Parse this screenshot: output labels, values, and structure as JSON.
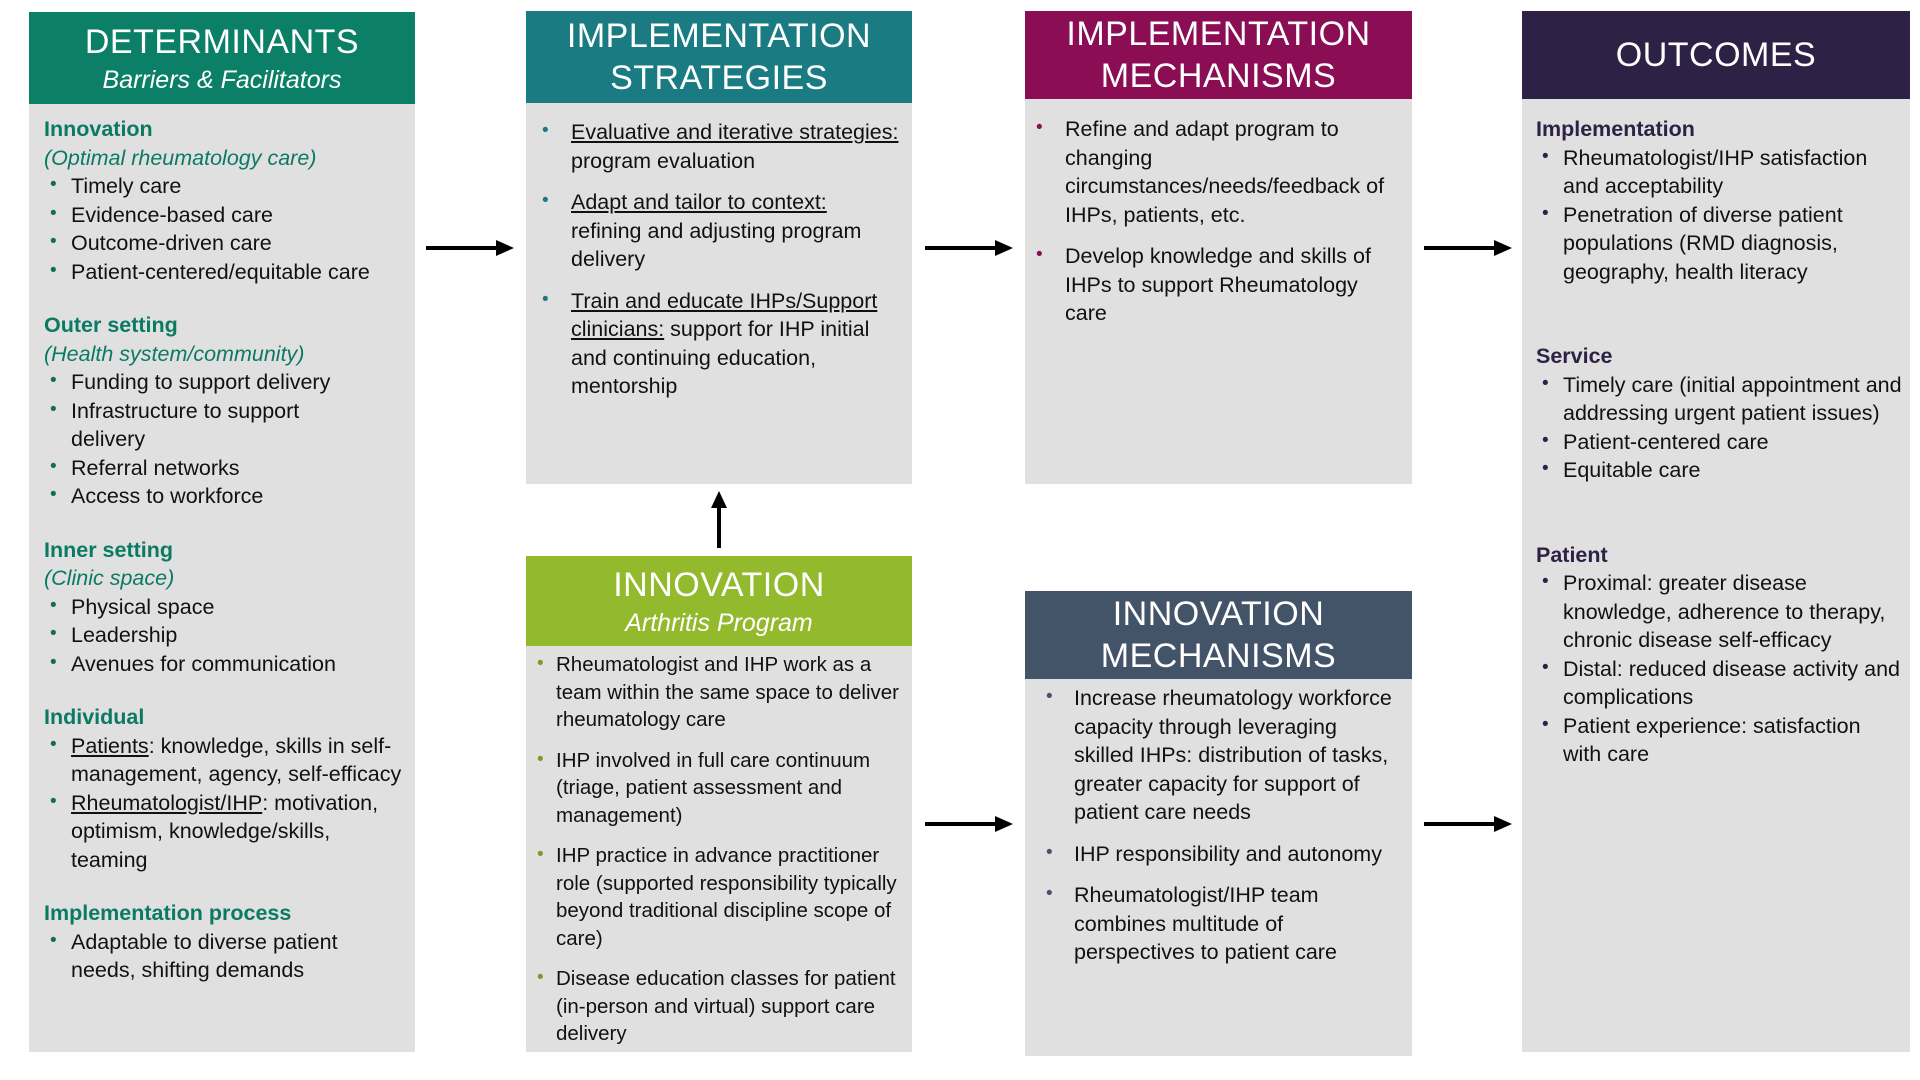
{
  "determinants": {
    "title": "DETERMINANTS",
    "subtitle": "Barriers & Facilitators",
    "sections": [
      {
        "title": "Innovation",
        "subtitle": "(Optimal rheumatology care)",
        "items": [
          {
            "label": "",
            "text": "Timely care"
          },
          {
            "label": "",
            "text": "Evidence-based care"
          },
          {
            "label": "",
            "text": "Outcome-driven care"
          },
          {
            "label": "",
            "text": "Patient-centered/equitable care"
          }
        ]
      },
      {
        "title": "Outer setting",
        "subtitle": "(Health system/community)",
        "items": [
          {
            "label": "",
            "text": "Funding to support delivery"
          },
          {
            "label": "",
            "text": "Infrastructure to support delivery"
          },
          {
            "label": "",
            "text": "Referral networks"
          },
          {
            "label": "",
            "text": "Access to workforce"
          }
        ]
      },
      {
        "title": "Inner setting",
        "subtitle": "(Clinic space)",
        "items": [
          {
            "label": "",
            "text": "Physical space"
          },
          {
            "label": "",
            "text": "Leadership"
          },
          {
            "label": "",
            "text": "Avenues for communication"
          }
        ]
      },
      {
        "title": "Individual",
        "subtitle": "",
        "items": [
          {
            "label": "Patients",
            "text": ": knowledge, skills in self-management, agency, self-efficacy"
          },
          {
            "label": "Rheumatologist/IHP",
            "text": ": motivation, optimism, knowledge/skills, teaming"
          }
        ]
      },
      {
        "title": "Implementation process",
        "subtitle": "",
        "items": [
          {
            "label": "",
            "text": "Adaptable to diverse patient needs, shifting demands"
          }
        ]
      }
    ]
  },
  "strategies": {
    "title_line1": "IMPLEMENTATION",
    "title_line2": "STRATEGIES",
    "items": [
      {
        "label": "Evaluative and iterative strategies:",
        "text": " program evaluation"
      },
      {
        "label": "Adapt and tailor to context:",
        "text": " refining and adjusting program delivery"
      },
      {
        "label": "Train and educate IHPs/Support clinicians:",
        "text": " support for IHP initial and continuing education, mentorship"
      }
    ]
  },
  "mechanisms": {
    "title_line1": "IMPLEMENTATION",
    "title_line2": "MECHANISMS",
    "items": [
      {
        "label": "",
        "text": "Refine and adapt program to changing circumstances/needs/feedback of IHPs, patients, etc."
      },
      {
        "label": "",
        "text": "Develop knowledge and skills of IHPs to support Rheumatology care"
      }
    ]
  },
  "innovation": {
    "title": "INNOVATION",
    "subtitle": "Arthritis Program",
    "items": [
      {
        "label": "",
        "text": "Rheumatologist and IHP work as a team within the same space to deliver rheumatology care"
      },
      {
        "label": "",
        "text": "IHP involved in full care continuum (triage, patient assessment and management)"
      },
      {
        "label": "",
        "text": "IHP practice in advance practitioner role (supported responsibility typically beyond traditional discipline scope of care)"
      },
      {
        "label": "",
        "text": "Disease education classes for patient (in-person and virtual) support care delivery"
      }
    ]
  },
  "innovation_mechanisms": {
    "title_line1": "INNOVATION",
    "title_line2": "MECHANISMS",
    "items": [
      {
        "label": "",
        "text": "Increase rheumatology workforce capacity through leveraging skilled IHPs: distribution of tasks, greater capacity for support of patient care needs"
      },
      {
        "label": "",
        "text": "IHP responsibility and autonomy"
      },
      {
        "label": "",
        "text": "Rheumatologist/IHP team combines multitude of perspectives to patient care"
      }
    ]
  },
  "outcomes": {
    "title": "OUTCOMES",
    "sections": [
      {
        "title": "Implementation",
        "items": [
          {
            "label": "",
            "text": "Rheumatologist/IHP satisfaction and acceptability"
          },
          {
            "label": "",
            "text": "Penetration of diverse patient populations (RMD diagnosis, geography, health literacy"
          }
        ]
      },
      {
        "title": "Service",
        "items": [
          {
            "label": "",
            "text": "Timely care (initial appointment and addressing urgent patient issues)"
          },
          {
            "label": "",
            "text": "Patient-centered care"
          },
          {
            "label": "",
            "text": "Equitable care"
          }
        ]
      },
      {
        "title": "Patient",
        "items": [
          {
            "label": "",
            "text": "Proximal: greater disease knowledge, adherence to therapy, chronic disease self-efficacy"
          },
          {
            "label": "",
            "text": "Distal: reduced disease activity and complications"
          },
          {
            "label": "",
            "text": "Patient experience: satisfaction with care"
          }
        ]
      }
    ]
  },
  "colors": {
    "determinants": "#0b8066",
    "strategies": "#1a7c82",
    "mechanisms": "#8b0e55",
    "innovation": "#93b92d",
    "innovation_mechanisms": "#445468",
    "outcomes": "#2d2245",
    "box_background": "#e0e0e0"
  },
  "bullet_glyph": "•"
}
